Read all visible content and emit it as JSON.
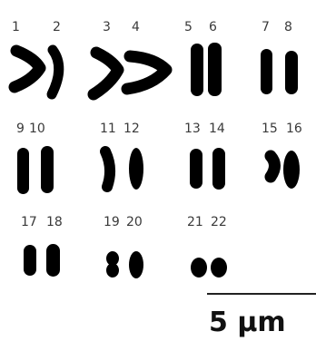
{
  "chromosome_labels": [
    "1",
    "2",
    "3",
    "4",
    "5",
    "6",
    "7",
    "8",
    "9",
    "10",
    "11",
    "12",
    "13",
    "14",
    "15",
    "16",
    "17",
    "18",
    "19",
    "20",
    "21",
    "22"
  ],
  "scale_bar": {
    "label": "5 µm"
  }
}
